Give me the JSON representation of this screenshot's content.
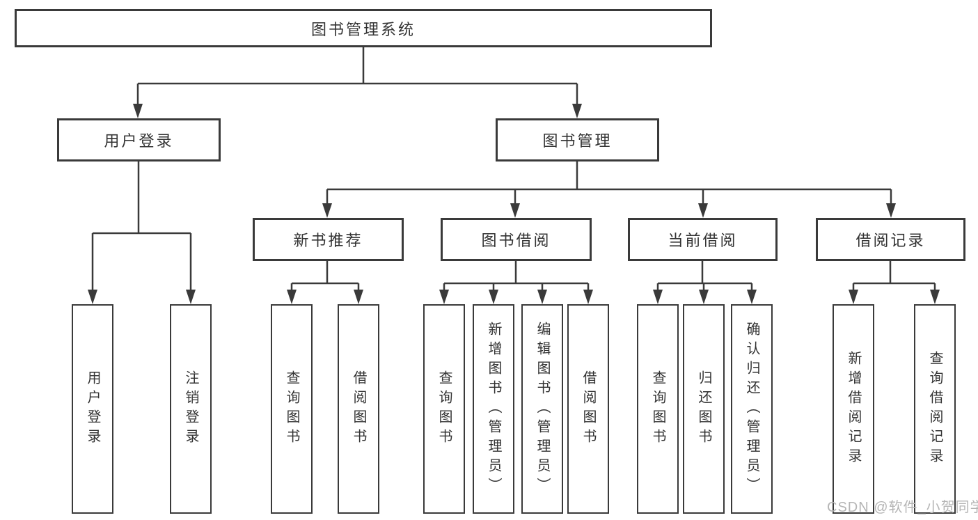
{
  "tree": {
    "root": "图书管理系统",
    "level2": [
      {
        "label": "用户登录",
        "leaves": [
          "用户登录",
          "注销登录"
        ]
      },
      {
        "label": "图书管理"
      }
    ],
    "level3": [
      {
        "label": "新书推荐",
        "leaves": [
          "查询图书",
          "借阅图书"
        ]
      },
      {
        "label": "图书借阅",
        "leaves": [
          "查询图书",
          "新增图书（管理员）",
          "编辑图书（管理员）",
          "借阅图书"
        ]
      },
      {
        "label": "当前借阅",
        "leaves": [
          "查询图书",
          "归还图书",
          "确认归还（管理员）"
        ]
      },
      {
        "label": "借阅记录",
        "leaves": [
          "新增借阅记录",
          "查询借阅记录"
        ]
      }
    ]
  },
  "watermark": "CSDN @软件_小贺同学",
  "colors": {
    "line": "#3a3a3a",
    "text": "#333333",
    "watermark": "#b5b5b5",
    "background": "#ffffff"
  }
}
